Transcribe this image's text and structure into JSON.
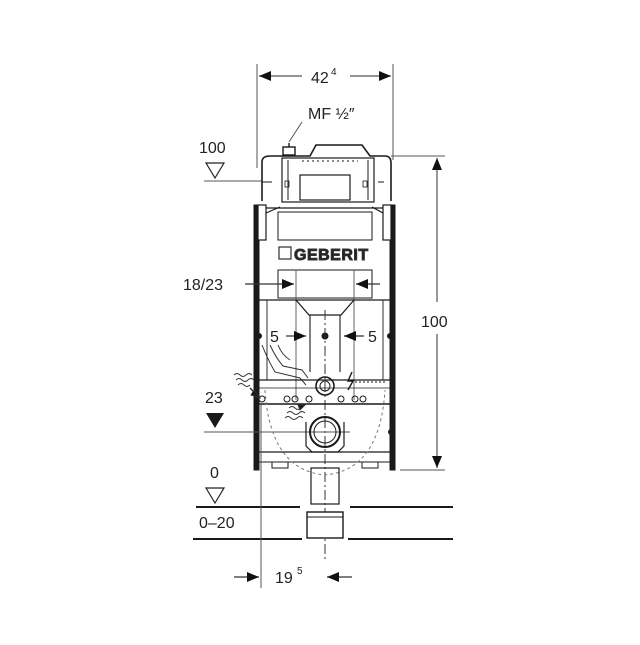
{
  "diagram": {
    "title": "Geberit installation element dimension drawing",
    "brand_label": "GEBERIT",
    "colors": {
      "line": "#1a1a1a",
      "dim_line": "#555555",
      "background": "#ffffff",
      "hidden_line": "#777777"
    },
    "dimensions": {
      "width_top": {
        "value": "42",
        "superscript": "4"
      },
      "connection": {
        "label": "MF ½″"
      },
      "height_total": {
        "value": "100"
      },
      "level_top": {
        "value": "100"
      },
      "drain_spacing": {
        "value": "18/23"
      },
      "left_offset": {
        "value": "5"
      },
      "right_offset": {
        "value": "5"
      },
      "level_drain": {
        "value": "23"
      },
      "level_floor": {
        "value": "0"
      },
      "floor_range": {
        "value": "0–20"
      },
      "axis_offset": {
        "value": "19",
        "superscript": "5"
      }
    },
    "icons": {
      "water_supply_left": "wavy-arrow-icon",
      "water_supply_drain": "wavy-arrow-icon",
      "electrical": "lightning-icon",
      "level_marker_open": "triangle-down-open-icon",
      "level_marker_filled": "triangle-down-filled-icon"
    }
  }
}
